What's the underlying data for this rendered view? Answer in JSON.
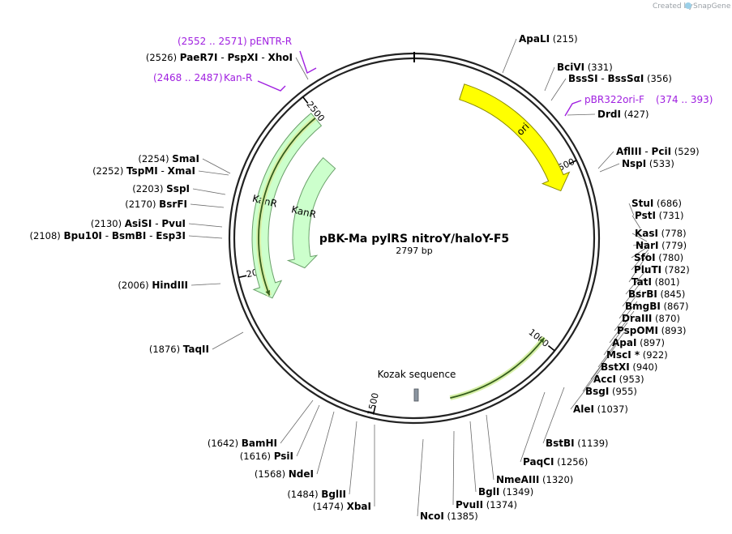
{
  "credit": {
    "created_by": "Created by",
    "app_name": "SnapGene"
  },
  "plasmid": {
    "name": "pBK-Ma pylRS nitroY/haloY-F5",
    "length_label": "2797 bp",
    "length": 2797
  },
  "ticks": [
    {
      "pos": 500,
      "label": "500"
    },
    {
      "pos": 1000,
      "label": "1000"
    },
    {
      "pos": 1500,
      "label": "1500"
    },
    {
      "pos": 2000,
      "label": "2000"
    },
    {
      "pos": 2500,
      "label": "2500"
    }
  ],
  "features": [
    {
      "name": "ori",
      "start": 140,
      "end": 560,
      "color": "#ffff00",
      "stroke": "#8a8a00",
      "lane": "outer",
      "dir": 1
    },
    {
      "name": "KanR",
      "start": 1920,
      "end": 2490,
      "color": "#ccffcc",
      "stroke": "#6aa06a",
      "lane": "outer",
      "dir": -1
    },
    {
      "name": "KanR",
      "start": 1980,
      "end": 2420,
      "color": "#ccffcc",
      "stroke": "#6aa06a",
      "lane": "inner",
      "dir": -1
    }
  ],
  "orf_arcs": [
    {
      "start": 1300,
      "end": 990,
      "dir": 1
    },
    {
      "start": 2490,
      "end": 1930,
      "dir": -1
    }
  ],
  "kozak": {
    "label": "Kozak sequence",
    "pos": 1395
  },
  "sites": {
    "right": [
      {
        "names": [
          "ApaLI"
        ],
        "pos": "(215)"
      },
      {
        "names": [
          "BciVI"
        ],
        "pos": "(331)"
      },
      {
        "names": [
          "BssSI",
          "BssSαI"
        ],
        "pos": "(356)"
      },
      {
        "names": [
          "DrdI"
        ],
        "pos": "(427)"
      },
      {
        "names": [
          "AflIII",
          "PciI"
        ],
        "pos": "(529)"
      },
      {
        "names": [
          "NspI"
        ],
        "pos": "(533)"
      },
      {
        "names": [
          "StuI"
        ],
        "pos": "(686)"
      },
      {
        "names": [
          "PstI"
        ],
        "pos": "(731)"
      },
      {
        "names": [
          "KasI"
        ],
        "pos": "(778)"
      },
      {
        "names": [
          "NarI"
        ],
        "pos": "(779)"
      },
      {
        "names": [
          "SfoI"
        ],
        "pos": "(780)"
      },
      {
        "names": [
          "PluTI"
        ],
        "pos": "(782)"
      },
      {
        "names": [
          "TatI"
        ],
        "pos": "(801)"
      },
      {
        "names": [
          "BsrBI"
        ],
        "pos": "(845)"
      },
      {
        "names": [
          "BmgBI"
        ],
        "pos": "(867)"
      },
      {
        "names": [
          "DraIII"
        ],
        "pos": "(870)"
      },
      {
        "names": [
          "PspOMI"
        ],
        "pos": "(893)"
      },
      {
        "names": [
          "ApaI"
        ],
        "pos": "(897)"
      },
      {
        "names": [
          "MscI *"
        ],
        "pos": "(922)"
      },
      {
        "names": [
          "BstXI"
        ],
        "pos": "(940)"
      },
      {
        "names": [
          "AccI"
        ],
        "pos": "(953)"
      },
      {
        "names": [
          "BsgI"
        ],
        "pos": "(955)"
      },
      {
        "names": [
          "AleI"
        ],
        "pos": "(1037)"
      },
      {
        "names": [
          "BstBI"
        ],
        "pos": "(1139)"
      },
      {
        "names": [
          "PaqCI"
        ],
        "pos": "(1256)"
      },
      {
        "names": [
          "NmeAIII"
        ],
        "pos": "(1320)"
      },
      {
        "names": [
          "BglI"
        ],
        "pos": "(1349)"
      },
      {
        "names": [
          "PvuII"
        ],
        "pos": "(1374)"
      },
      {
        "names": [
          "NcoI"
        ],
        "pos": "(1385)"
      }
    ],
    "left": [
      {
        "names": [
          "PaeR7I",
          "PspXI",
          "XhoI"
        ],
        "pos": "(2526)"
      },
      {
        "names": [
          "SmaI"
        ],
        "pos": "(2254)"
      },
      {
        "names": [
          "TspMI",
          "XmaI"
        ],
        "pos": "(2252)"
      },
      {
        "names": [
          "SspI"
        ],
        "pos": "(2203)"
      },
      {
        "names": [
          "BsrFI"
        ],
        "pos": "(2170)"
      },
      {
        "names": [
          "AsiSI",
          "PvuI"
        ],
        "pos": "(2130)"
      },
      {
        "names": [
          "Bpu10I",
          "BsmBI",
          "Esp3I"
        ],
        "pos": "(2108)"
      },
      {
        "names": [
          "HindIII"
        ],
        "pos": "(2006)"
      },
      {
        "names": [
          "TaqII"
        ],
        "pos": "(1876)"
      },
      {
        "names": [
          "BamHI"
        ],
        "pos": "(1642)"
      },
      {
        "names": [
          "PsiI"
        ],
        "pos": "(1616)"
      },
      {
        "names": [
          "NdeI"
        ],
        "pos": "(1568)"
      },
      {
        "names": [
          "BglII"
        ],
        "pos": "(1484)"
      },
      {
        "names": [
          "XbaI"
        ],
        "pos": "(1474)"
      }
    ]
  },
  "primers": [
    {
      "name": "pENTR-R",
      "range": "(2552 .. 2571)",
      "color": "#a020e0"
    },
    {
      "name": "Kan-R",
      "range": "(2468 .. 2487)",
      "color": "#a020e0"
    },
    {
      "name": "pBR322ori-F",
      "range": "(374 .. 393)",
      "color": "#a020e0"
    }
  ]
}
